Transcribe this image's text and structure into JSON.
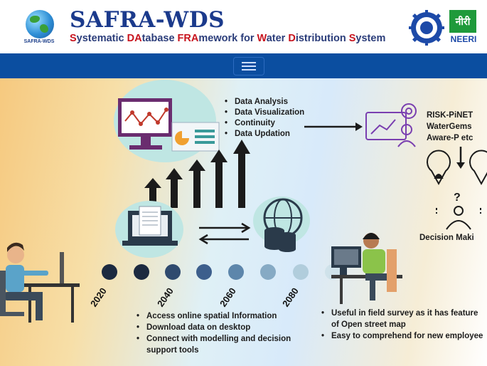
{
  "header": {
    "logo_caption": "SAFRA-WDS",
    "title": "SAFRA-WDS",
    "subtitle_parts": [
      {
        "text": "S",
        "hl": true
      },
      {
        "text": "ystematic ",
        "hl": false
      },
      {
        "text": "DA",
        "hl": true
      },
      {
        "text": "tabase ",
        "hl": false
      },
      {
        "text": "FRA",
        "hl": true
      },
      {
        "text": "mework for ",
        "hl": false
      },
      {
        "text": "W",
        "hl": true
      },
      {
        "text": "ater ",
        "hl": false
      },
      {
        "text": "D",
        "hl": true
      },
      {
        "text": "istribution ",
        "hl": false
      },
      {
        "text": "S",
        "hl": true
      },
      {
        "text": "ystem",
        "hl": false
      }
    ],
    "partner_logo_text": "नीरी",
    "partner_logo_label": "NEERI"
  },
  "navbar": {
    "toggler_icon": "hamburger-menu-icon",
    "color": "#0b4ea0"
  },
  "banner": {
    "analysis_items": [
      "Data Analysis",
      "Data Visualization",
      "Continuity",
      "Data Updation"
    ],
    "tools": [
      "RISK-PiNET",
      "WaterGems",
      "Aware-P etc"
    ],
    "decision_label": "Decision Maki",
    "years": [
      "2020",
      "2040",
      "2060",
      "2080"
    ],
    "desktop_items": [
      "Access online spatial Information",
      "Download data on desktop",
      "Connect with modelling and decision support tools"
    ],
    "field_items": [
      "Useful in field survey as it has feature of Open street map",
      "Easy to comprehend for new employee"
    ]
  },
  "colors": {
    "title": "#1b3a8c",
    "highlight": "#c8141e",
    "navbar": "#0b4ea0"
  }
}
